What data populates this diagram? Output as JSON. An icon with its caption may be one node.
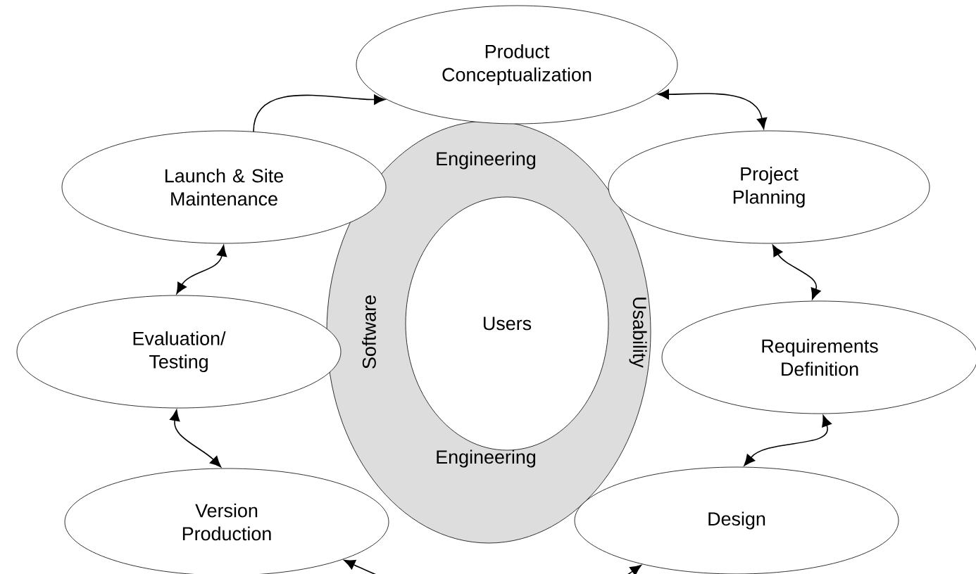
{
  "diagram": {
    "nodes": [
      {
        "text": [
          "Product Conceptualization"
        ]
      },
      {
        "text": [
          "Launch & Site Maintenance"
        ]
      },
      {
        "text": [
          "Engineering",
          "Software",
          "Usability",
          "Engineering"
        ]
      },
      {
        "text": [
          "Users"
        ],
        "in": 2
      },
      {
        "text": [
          "Project Planning"
        ]
      },
      {
        "text": [
          "Evaluation/ Testing"
        ]
      },
      {
        "text": [
          "Requirements Definition"
        ]
      },
      {
        "text": [
          "Version Production"
        ]
      },
      {
        "text": [
          "Design"
        ]
      }
    ],
    "edges": [
      {
        "from": 1,
        "to": 0,
        "arrow": "to"
      },
      {
        "from": 0,
        "to": 4,
        "arrow": "both"
      },
      {
        "from": 4,
        "to": 6,
        "arrow": "both"
      },
      {
        "from": 6,
        "to": 8,
        "arrow": "both"
      },
      {
        "from": 8,
        "to": 7,
        "arrow": "both"
      },
      {
        "from": 7,
        "to": 5,
        "arrow": "both"
      },
      {
        "from": 5,
        "to": 1,
        "arrow": "both"
      }
    ]
  }
}
